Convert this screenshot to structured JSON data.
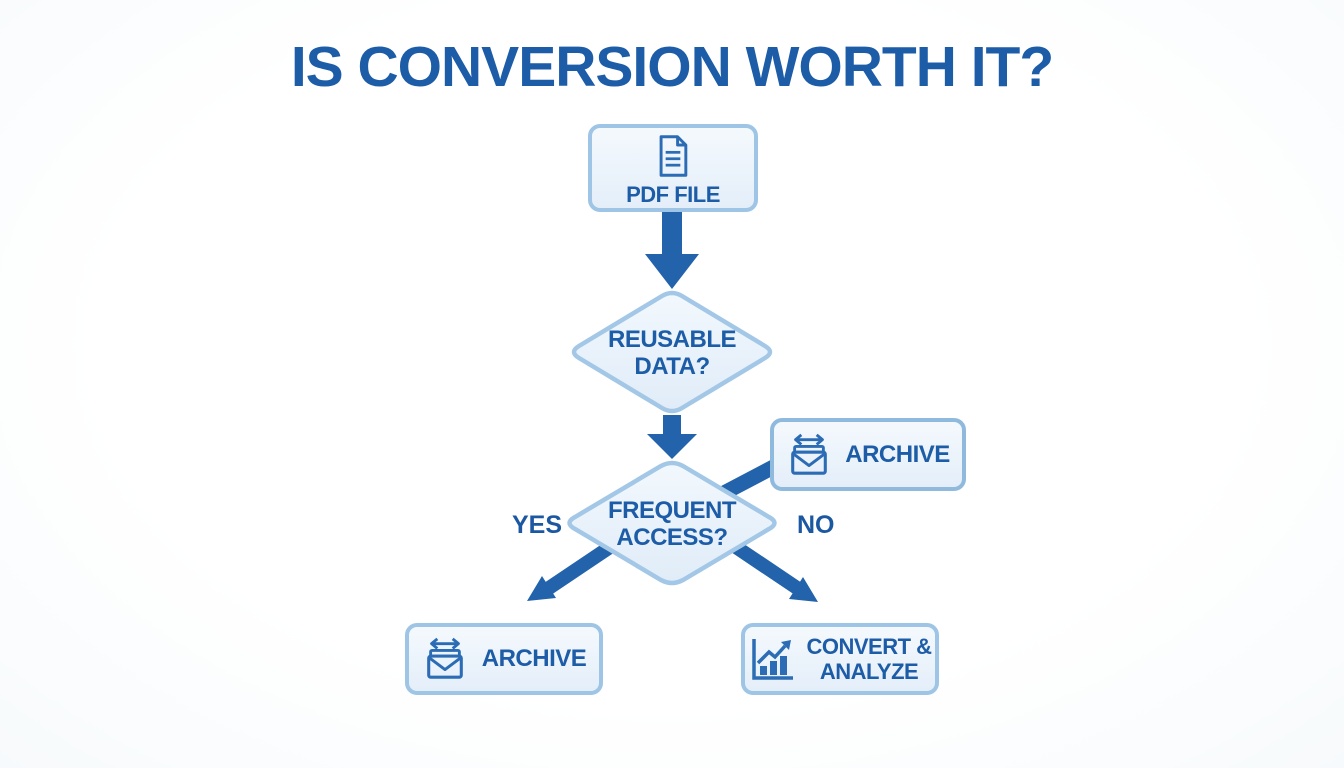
{
  "title": "IS CONVERSION WORTH IT?",
  "colors": {
    "heading_text": "#1d5ca7",
    "arrow": "#2263ab",
    "node_border": "#9ec5e5",
    "node_fill": "#eaf2fa",
    "icon_stroke": "#2b6cb4"
  },
  "nodes": {
    "pdf": {
      "label": "PDF FILE",
      "icon": "document-icon"
    },
    "reusable": {
      "line1": "REUSABLE",
      "line2": "DATA?"
    },
    "frequent": {
      "line1": "FREQUENT",
      "line2": "ACCESS?"
    },
    "archive_right": {
      "label": "ARCHIVE",
      "icon": "archive-icon"
    },
    "archive_left": {
      "label": "ARCHIVE",
      "icon": "archive-icon"
    },
    "convert": {
      "line1": "CONVERT &",
      "line2": "ANALYZE",
      "icon": "bar-chart-icon"
    }
  },
  "edges": {
    "yes_label": "YES",
    "no_label": "NO"
  }
}
